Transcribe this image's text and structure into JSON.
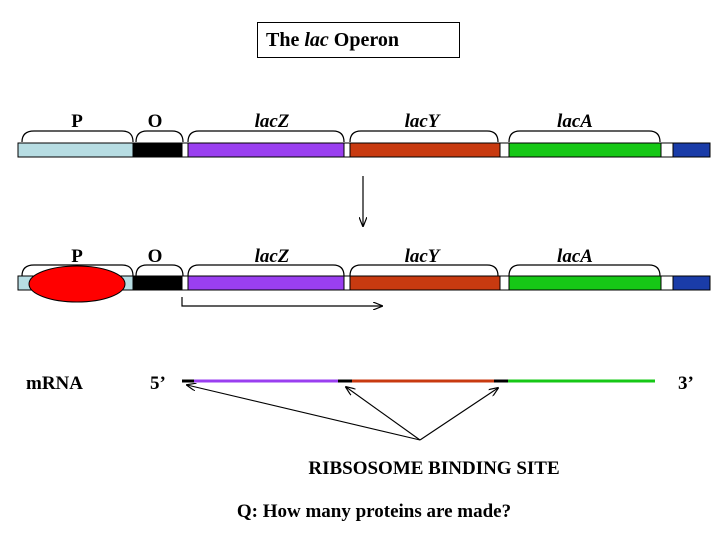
{
  "title": {
    "prefix": "The",
    "italic": "lac",
    "suffix": "Operon"
  },
  "gene_labels": [
    "P",
    "O",
    "lacZ",
    "lacY",
    "lacA"
  ],
  "colors": {
    "promoter": "#b7dde3",
    "operator": "#000000",
    "lacZ": "#9a3ff0",
    "lacY": "#c83a10",
    "lacA": "#16c816",
    "terminal": "#1a3ca8",
    "repressor": "#ff0000"
  },
  "mrna": {
    "label": "mRNA",
    "five_prime": "5’",
    "three_prime": "3’"
  },
  "ribosome_binding_label": "RIBSOSOME BINDING SITE",
  "question": "Q:  How many proteins are made?"
}
